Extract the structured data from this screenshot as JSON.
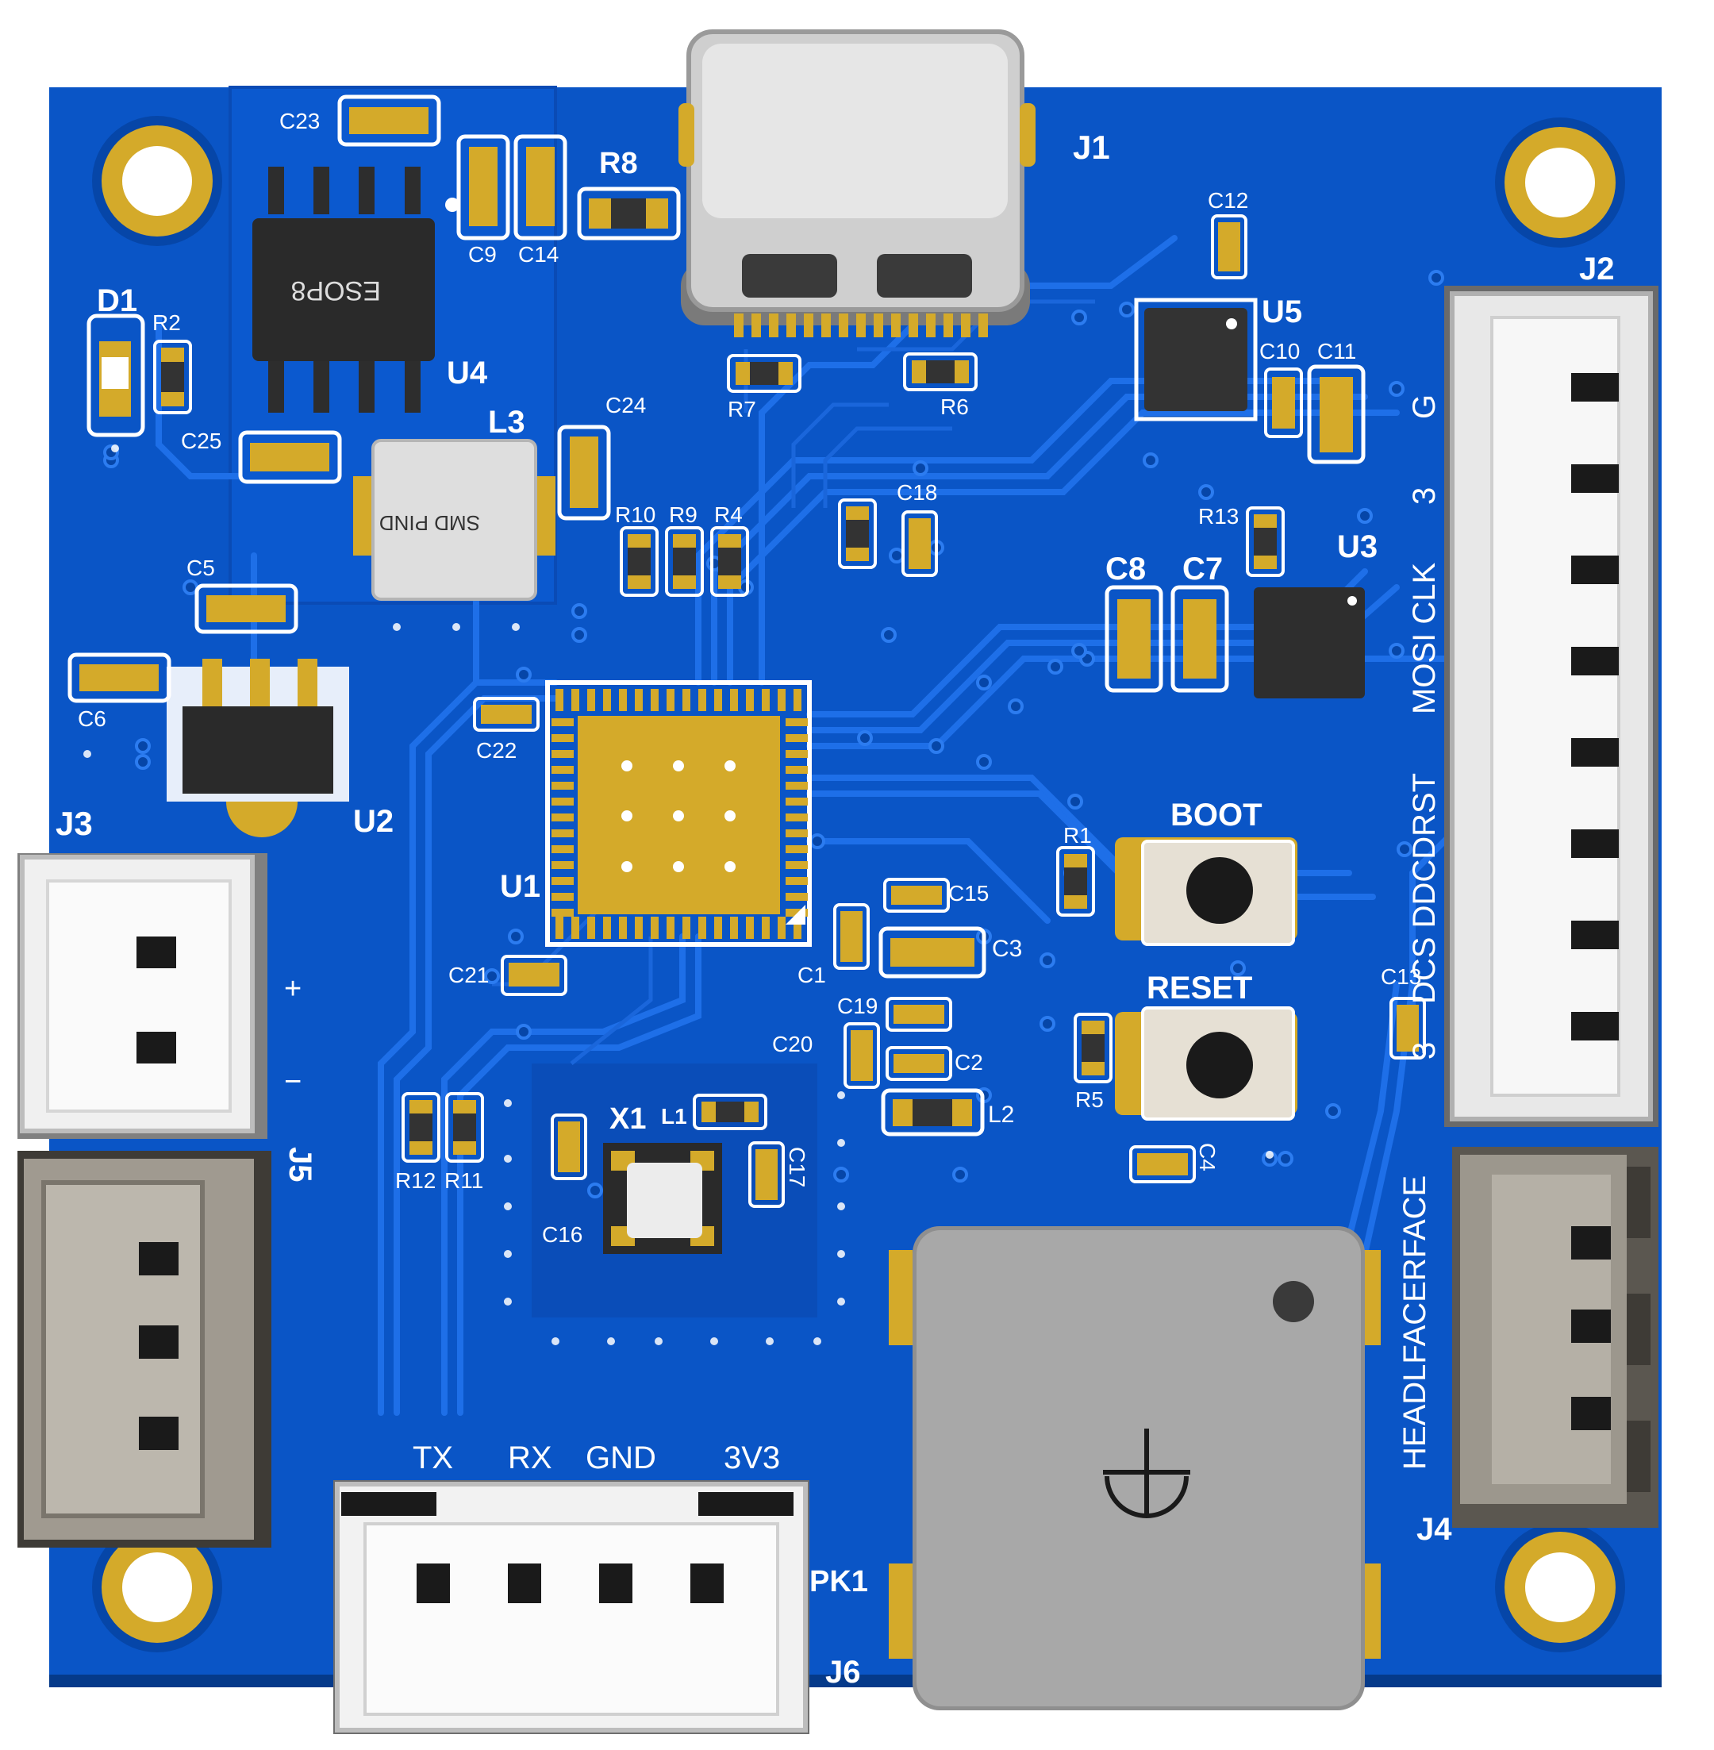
{
  "colors": {
    "pcb": "#0a55c6",
    "pcb_dark": "#0646a8",
    "trace": "#1c6ae0",
    "gold": "#d4aa2a",
    "silk": "#ffffff",
    "chip": "#2a2a2a",
    "connector": "#f2f2f2",
    "connector_grey": "#9a948a"
  },
  "refs": {
    "j1": "J1",
    "j2": "J2",
    "j3": "J3",
    "j4": "J4",
    "j5": "J5",
    "j6": "J6",
    "u1": "U1",
    "u2": "U2",
    "u3": "U3",
    "u4": "U4",
    "u5": "U5",
    "d1": "D1",
    "l1": "L1",
    "l2": "L2",
    "l3": "L3",
    "x1": "X1",
    "pk1": "PK1",
    "r1": "R1",
    "r2": "R2",
    "r4": "R4",
    "r5": "R5",
    "r6": "R6",
    "r7": "R7",
    "r8": "R8",
    "r9": "R9",
    "r10": "R10",
    "r11": "R11",
    "r12": "R12",
    "r13": "R13",
    "c1": "C1",
    "c2": "C2",
    "c3": "C3",
    "c4": "C4",
    "c5": "C5",
    "c6": "C6",
    "c7": "C7",
    "c8": "C8",
    "c9": "C9",
    "c10": "C10",
    "c11": "C11",
    "c12": "C12",
    "c13": "C13",
    "c14": "C14",
    "c15": "C15",
    "c16": "C16",
    "c17": "C17",
    "c18": "C18",
    "c19": "C19",
    "c20": "C20",
    "c21": "C21",
    "c22": "C22",
    "c23": "C23",
    "c24": "C24",
    "c25": "C25"
  },
  "buttons": {
    "boot": "BOOT",
    "reset": "RESET"
  },
  "j3_pins": {
    "plus": "+",
    "minus": "−"
  },
  "j6_pins": {
    "tx": "TX",
    "rx": "RX",
    "gnd": "GND",
    "v33": "3V3"
  },
  "j2_pins": {
    "g": "G",
    "three_top": "3",
    "mosi_clk": "MOSI CLK",
    "dcs_ddc_drst": "DCS DDCDRST",
    "three_bottom": "3"
  },
  "j4_label": "HEADLFACERFACE",
  "chip_marks": {
    "u4": "ESOP8",
    "l3": "SMD PIND"
  }
}
